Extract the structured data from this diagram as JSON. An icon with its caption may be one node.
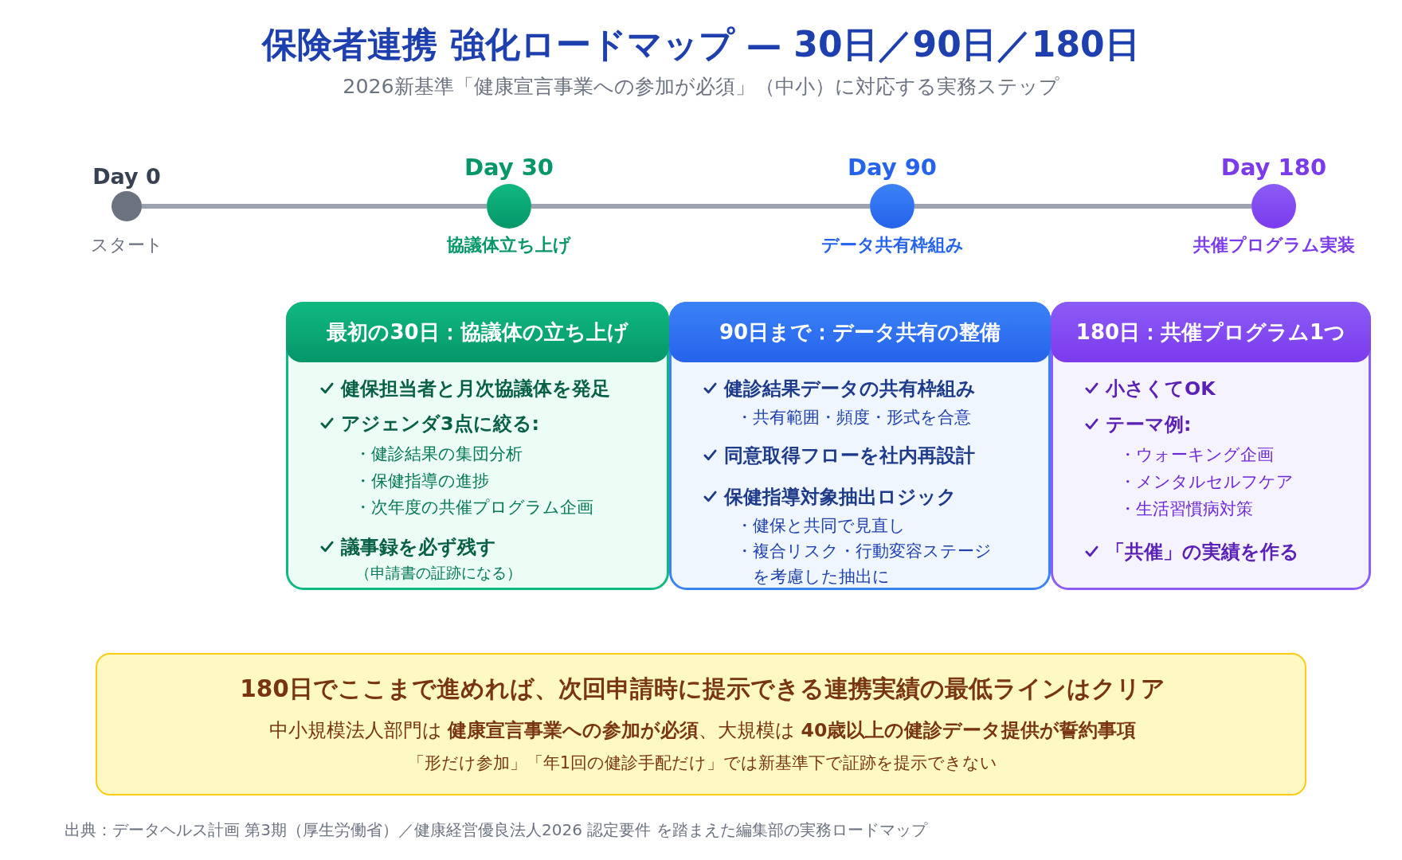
{
  "diagram": {
    "title": "保険者連携 強化ロードマップ — 30日／90日／180日",
    "nodes": [
      {
        "text": [],
        "shape": "circle",
        "beside": [
          "Day 0",
          "スタート"
        ]
      },
      {
        "text": [],
        "shape": "circle",
        "beside": [
          "Day 30",
          "協議体立ち上げ"
        ]
      },
      {
        "text": [],
        "shape": "circle",
        "beside": [
          "Day 90",
          "データ共有枠組み"
        ]
      },
      {
        "text": [],
        "shape": "circle",
        "beside": [
          "Day 180",
          "共催プログラム実装"
        ]
      },
      {
        "text": [
          "最初の30日：協議体の立ち上げ",
          "健保担当者と月次協議体を発足",
          "アジェンダ3点に絞る:",
          "・健診結果の集団分析",
          "・保健指導の進捗",
          "・次年度の共催プログラム企画",
          "議事録を必ず残す",
          "（申請書の証跡になる）"
        ]
      },
      {
        "text": [
          "90日まで：データ共有の整備",
          "健診結果データの共有枠組み",
          "・共有範囲・頻度・形式を合意",
          "同意取得フローを社内再設計",
          "保健指導対象抽出ロジック",
          "・健保と共同で見直し",
          "・複合リスク・行動変容ステージを考慮した抽出に"
        ]
      },
      {
        "text": [
          "180日：共催プログラム1つ",
          "小さくてOK",
          "テーマ例:",
          "・ウォーキング企画",
          "・メンタルセルフケア",
          "・生活習慣病対策",
          "「共催」の実績を作る"
        ]
      },
      {
        "text": [
          "180日でここまで進めれば、次回申請時に提示できる連携実績の最低ラインはクリア",
          "中小規模法人部門は **健康宣言事業への参加が必須**、大規模は **40歳以上の健診データ提供が誓約事項**",
          "「形だけ参加」「年1回の健診手配だけ」では新基準下で証跡を提示できない"
        ]
      }
    ],
    "edges": [
      {
        "from": 0,
        "to": 1,
        "arrow": "none"
      },
      {
        "from": 1,
        "to": 2,
        "arrow": "none"
      },
      {
        "from": 2,
        "to": 3,
        "arrow": "none"
      }
    ],
    "labels": [
      "2026新基準「健康宣言事業への参加が必須」（中小）に対応する実務ステップ",
      "出典：データヘルス計画 第3期（厚生労働省）／健康経営優良法人2026 認定要件 を踏まえた編集部の実務ロードマップ"
    ]
  }
}
